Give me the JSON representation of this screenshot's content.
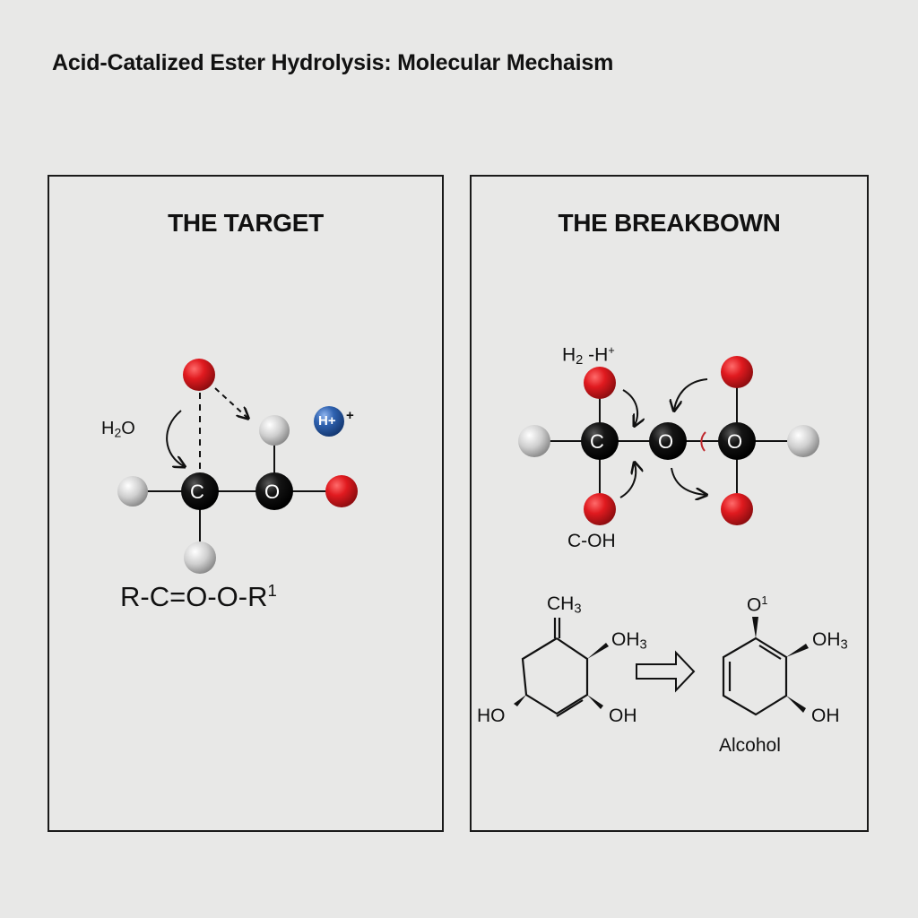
{
  "title": "Acid-Catalized Ester Hydrolysis: Molecular Mechaism",
  "panels": {
    "left": {
      "title": "THE TARGET",
      "labels": {
        "water": "H",
        "water_sub": "2",
        "water_tail": "O",
        "proton_ball": "H+",
        "proton_charge": "+",
        "carbon": "C",
        "oxygen": "O"
      },
      "formula": "R-C=O-O-R",
      "formula_sup": "1"
    },
    "right": {
      "title": "THE BREAKBOWN",
      "labels": {
        "top_label_h": "H",
        "top_label_sub": "2",
        "top_label_tail": " -H",
        "top_label_sup": "+",
        "bottom_label": "C-OH",
        "carbon": "C",
        "oxygen_center": "O",
        "oxygen_right": "O"
      },
      "reactant": {
        "ch3": "CH",
        "ch3_sub": "3",
        "oh3": "OH",
        "oh3_sub": "3",
        "ho": "HO",
        "oh": "OH"
      },
      "product": {
        "o1": "O",
        "o1_sup": "1",
        "oh3": "OH",
        "oh3_sub": "3",
        "oh": "OH",
        "caption": "Alcohol"
      }
    }
  },
  "colors": {
    "background": "#e8e8e7",
    "oxygen_red": "#d9141a",
    "hydrogen_gray": "#c8c8c8",
    "atom_black": "#111111",
    "proton_blue": "#2b5ea8",
    "cleavage_red": "#c0272d"
  }
}
